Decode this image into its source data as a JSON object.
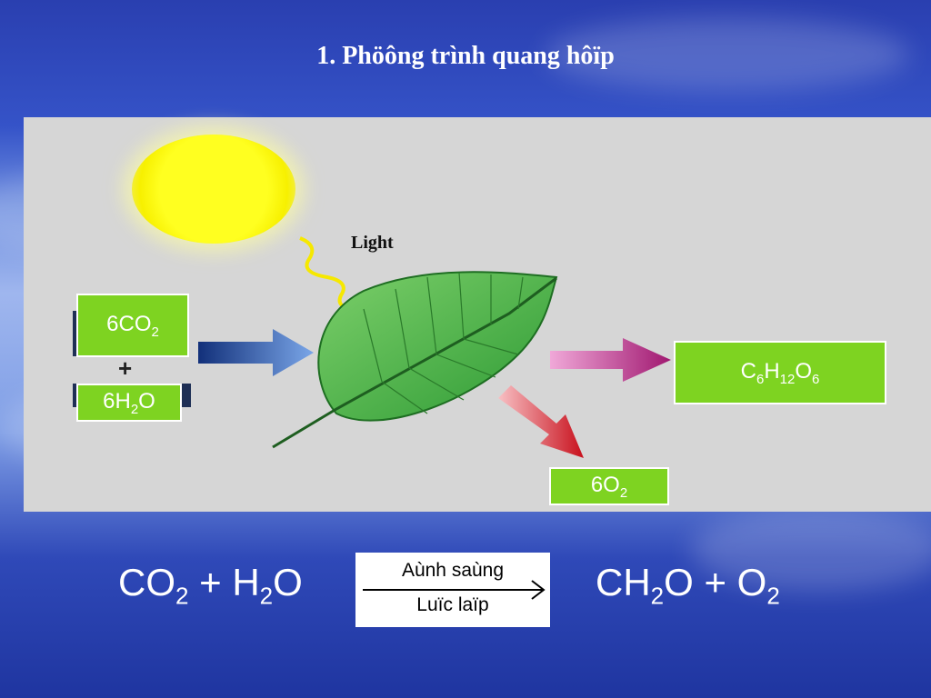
{
  "title": "1. Phöông trình quang hôïp",
  "diagram": {
    "light_label": "Light",
    "inputs": {
      "co2": {
        "prefix": "6CO",
        "sub": "2"
      },
      "plus": "+",
      "h2o": {
        "prefix": "6H",
        "sub": "2",
        "suffix": "O"
      }
    },
    "outputs": {
      "glucose": {
        "c": "C",
        "c_sub": "6",
        "h": "H",
        "h_sub": "12",
        "o": "O",
        "o_sub": "6"
      },
      "oxygen": {
        "prefix": "6O",
        "sub": "2"
      }
    }
  },
  "equation": {
    "left": {
      "co": "CO",
      "co_sub": "2",
      "plus": "+ H",
      "h_sub": "2",
      "o": "O"
    },
    "condition_top": "Aùnh saùng",
    "condition_bottom": "Luïc laïp",
    "right": {
      "ch": "CH",
      "ch_sub": "2",
      "mid": "O + O",
      "o_sub": "2"
    }
  },
  "colors": {
    "box_green": "#7ed321",
    "arrow_blue": "#2f5fb0",
    "arrow_magenta": "#c0308a",
    "arrow_red": "#d0202a",
    "leaf_green": "#3fae3a"
  }
}
